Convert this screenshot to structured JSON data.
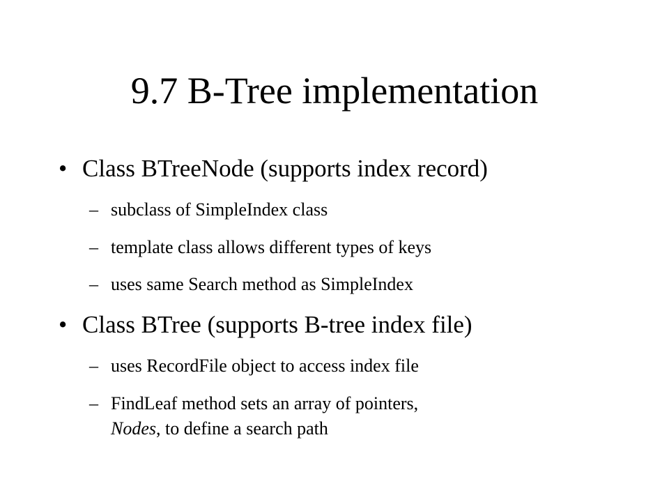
{
  "slide": {
    "title": "9.7 B-Tree implementation",
    "bullet_mark": "•",
    "dash_mark": "–",
    "sections": [
      {
        "text": "Class BTreeNode (supports index record)",
        "items": [
          "subclass of SimpleIndex class",
          "template class allows different types of keys",
          "uses same Search method as SimpleIndex"
        ]
      },
      {
        "text": "Class BTree (supports B-tree index file)",
        "items": [
          "uses RecordFile object to access index file"
        ],
        "last_item": {
          "line1": "FindLeaf method sets an array of pointers,",
          "line2_italic": "Nodes",
          "line2_rest": ", to define a search path"
        }
      }
    ]
  }
}
